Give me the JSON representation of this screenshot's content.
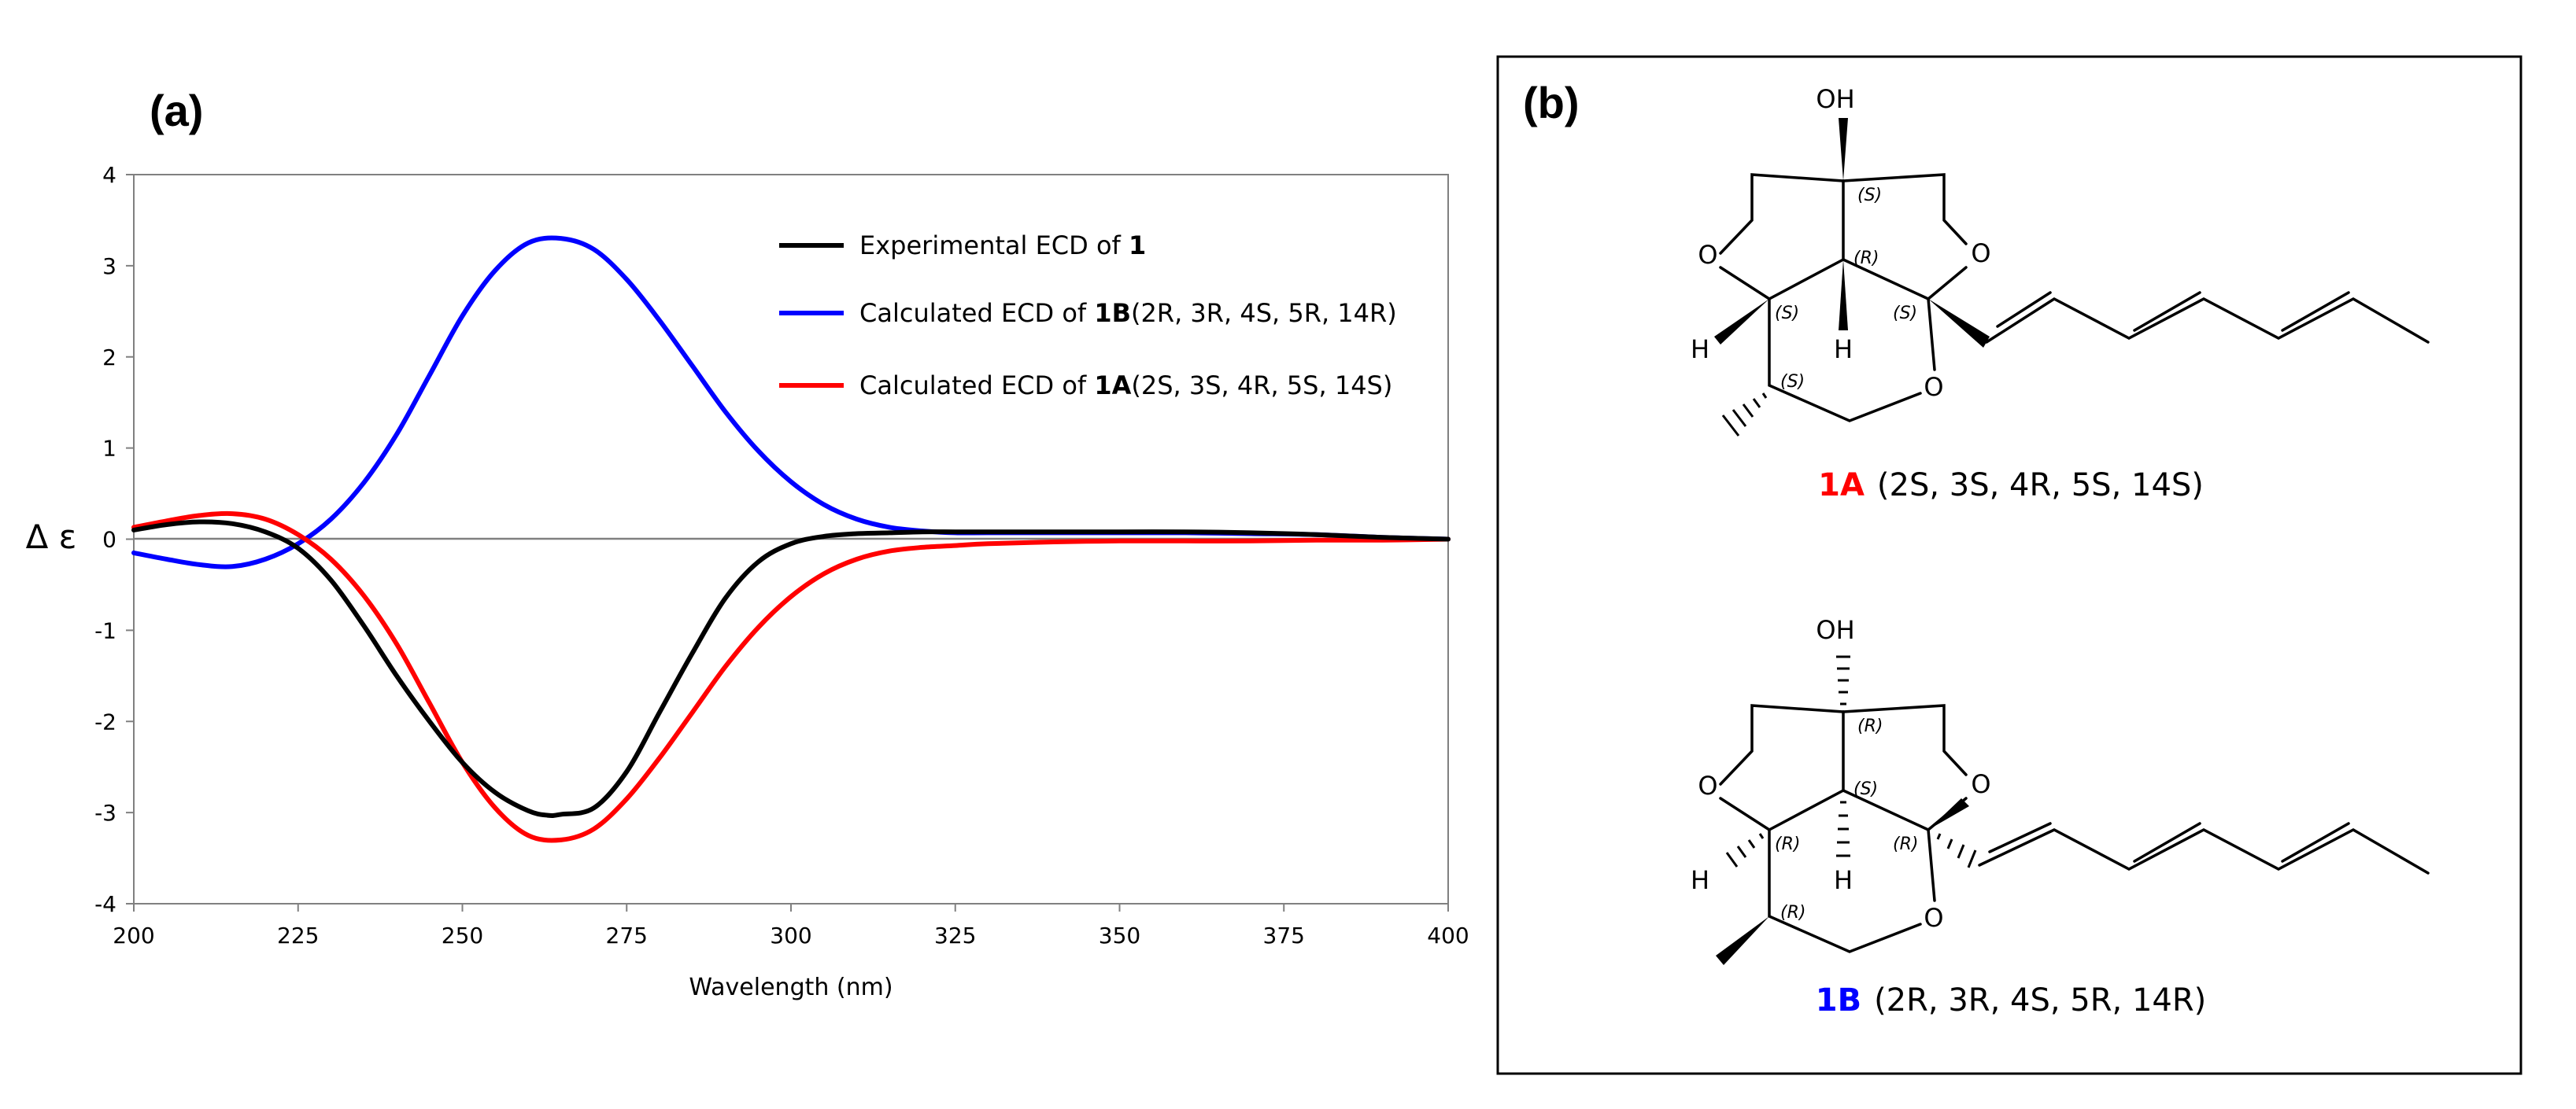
{
  "panels": {
    "a_label": "(a)",
    "b_label": "(b)"
  },
  "chart_data": {
    "type": "line",
    "xlabel": "Wavelength (nm)",
    "ylabel": "Δ ε",
    "xlim": [
      200,
      400
    ],
    "ylim": [
      -4,
      4
    ],
    "x_ticks": [
      200,
      225,
      250,
      275,
      300,
      325,
      350,
      375,
      400
    ],
    "y_ticks": [
      4,
      3,
      2,
      1,
      0,
      -1,
      -2,
      -3,
      -4
    ],
    "grid": false,
    "legend_position": "top-right",
    "series": [
      {
        "name": "Experimental ECD of 1",
        "color": "#000000",
        "x": [
          200,
          205,
          210,
          215,
          220,
          225,
          230,
          235,
          240,
          245,
          250,
          255,
          260,
          263,
          265,
          270,
          275,
          280,
          285,
          290,
          295,
          300,
          305,
          310,
          315,
          320,
          325,
          330,
          335,
          340,
          350,
          360,
          370,
          380,
          390,
          400
        ],
        "y": [
          0.1,
          0.16,
          0.19,
          0.17,
          0.08,
          -0.1,
          -0.45,
          -0.95,
          -1.5,
          -2.0,
          -2.45,
          -2.78,
          -2.98,
          -3.03,
          -3.02,
          -2.95,
          -2.55,
          -1.9,
          -1.25,
          -0.65,
          -0.25,
          -0.05,
          0.03,
          0.06,
          0.07,
          0.08,
          0.08,
          0.08,
          0.08,
          0.08,
          0.08,
          0.08,
          0.07,
          0.05,
          0.02,
          0.0
        ]
      },
      {
        "name": "Calculated ECD of 1B(2R, 3R, 4S, 5R, 14R)",
        "color": "#0000ff",
        "x": [
          200,
          205,
          210,
          215,
          220,
          225,
          230,
          235,
          240,
          245,
          250,
          255,
          260,
          265,
          270,
          275,
          280,
          285,
          290,
          295,
          300,
          305,
          310,
          315,
          320,
          325,
          330,
          340,
          350,
          360,
          370,
          380,
          390,
          400
        ],
        "y": [
          -0.15,
          -0.22,
          -0.28,
          -0.3,
          -0.22,
          -0.05,
          0.22,
          0.62,
          1.15,
          1.8,
          2.45,
          2.95,
          3.25,
          3.3,
          3.18,
          2.85,
          2.4,
          1.9,
          1.4,
          0.97,
          0.63,
          0.38,
          0.22,
          0.13,
          0.09,
          0.07,
          0.07,
          0.07,
          0.07,
          0.07,
          0.06,
          0.05,
          0.02,
          0.0
        ]
      },
      {
        "name": "Calculated ECD of 1A(2S, 3S, 4R, 5S, 14S)",
        "color": "#ff0000",
        "x": [
          200,
          205,
          210,
          215,
          220,
          225,
          230,
          235,
          240,
          245,
          250,
          255,
          260,
          265,
          270,
          275,
          280,
          285,
          290,
          295,
          300,
          305,
          310,
          315,
          320,
          325,
          330,
          340,
          350,
          360,
          370,
          380,
          390,
          400
        ],
        "y": [
          0.13,
          0.2,
          0.26,
          0.28,
          0.22,
          0.05,
          -0.22,
          -0.62,
          -1.15,
          -1.8,
          -2.45,
          -2.95,
          -3.25,
          -3.3,
          -3.18,
          -2.85,
          -2.4,
          -1.9,
          -1.4,
          -0.97,
          -0.63,
          -0.38,
          -0.22,
          -0.13,
          -0.09,
          -0.07,
          -0.05,
          -0.03,
          -0.02,
          -0.02,
          -0.02,
          -0.01,
          -0.01,
          0.0
        ]
      }
    ]
  },
  "legend": [
    {
      "text": "Experimental ECD of ",
      "bold": "1",
      "tail": ""
    },
    {
      "text": "Calculated ECD of ",
      "bold": "1B",
      "tail": "(2R, 3R, 4S, 5R, 14R)"
    },
    {
      "text": "Calculated ECD of ",
      "bold": "1A",
      "tail": "(2S, 3S, 4R, 5S, 14S)"
    }
  ],
  "structures": {
    "atoms": {
      "hydroxyl": "OH",
      "oxygen": "O",
      "hydrogen": "H"
    },
    "A": {
      "c1": "(S)",
      "c2": "(R)",
      "c3": "(S)",
      "c4": "(S)",
      "c5": "(S)",
      "caption_id": "1A",
      "caption_id_color": "#ff0000",
      "caption_cfg": "(2S, 3S, 4R, 5S, 14S)"
    },
    "B": {
      "c1": "(R)",
      "c2": "(S)",
      "c3": "(R)",
      "c4": "(R)",
      "c5": "(R)",
      "caption_id": "1B",
      "caption_id_color": "#0000ff",
      "caption_cfg": "(2R, 3R, 4S, 5R, 14R)"
    }
  }
}
